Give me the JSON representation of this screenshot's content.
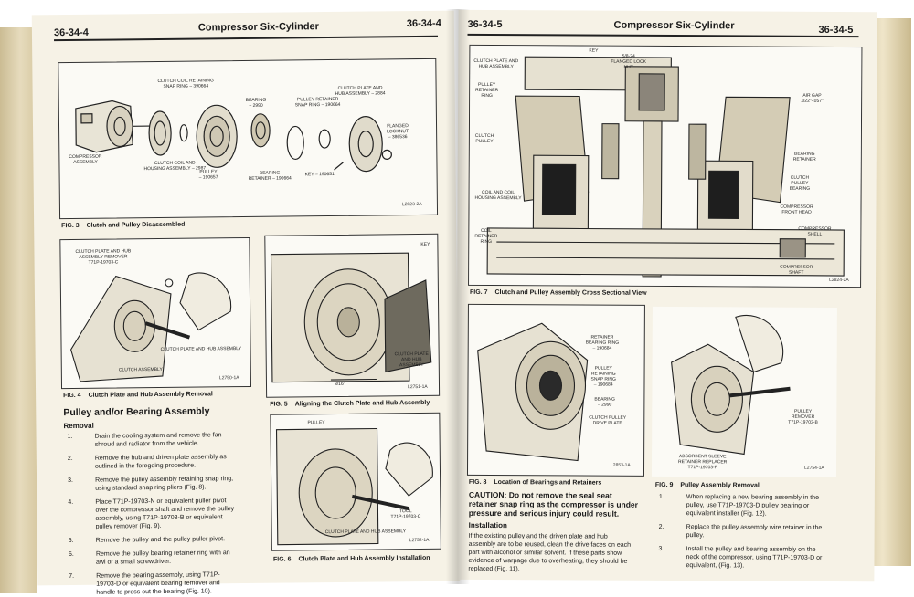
{
  "left_page": {
    "page_number_left": "36-34-4",
    "title": "Compressor Six-Cylinder",
    "page_number_right": "36-34-4",
    "fig3": {
      "caption_num": "FIG. 3",
      "caption_text": "Clutch and Pulley Disassembled",
      "code": "L2823-2A",
      "callouts": {
        "compressor": "COMPRESSOR\nASSEMBLY",
        "coil": "CLUTCH COIL AND\nHOUSING ASSEMBLY – 2987",
        "coil_ring": "CLUTCH COIL RETAINING\nSNAP RING – 390664",
        "pulley": "PULLEY\n– 190657",
        "bearing": "BEARING\n– 2990",
        "bearing_retainer": "BEARING\nRETAINER – 190664",
        "pulley_ring": "PULLEY RETAINER\nSNAP RING – 190664",
        "key": "KEY – 190651",
        "clutch_plate": "CLUTCH PLATE AND\nHUB ASSEMBLY – 2884",
        "locknut": "FLANGED\nLOCKNUT\n– 386536"
      }
    },
    "fig4": {
      "caption_num": "FIG. 4",
      "caption_text": "Clutch Plate and Hub Assembly Removal",
      "code": "L2750-1A",
      "callouts": {
        "remover": "CLUTCH PLATE AND HUB\nASSEMBLY REMOVER\nT71P-19703-C",
        "cph": "CLUTCH PLATE AND HUB ASSEMBLY",
        "clutch": "CLUTCH ASSEMBLY"
      }
    },
    "fig5": {
      "caption_num": "FIG. 5",
      "caption_text": "Aligning the Clutch Plate and Hub Assembly",
      "code": "L2751-1A",
      "callouts": {
        "key": "KEY",
        "cph": "CLUTCH PLATE\nAND HUB\nASSEMBLY",
        "dim": "3/16\""
      }
    },
    "fig6": {
      "caption_num": "FIG. 6",
      "caption_text": "Clutch Plate and Hub Assembly Installation",
      "code": "L2752-1A",
      "callouts": {
        "pulley": "PULLEY",
        "tool": "TOOL\nT71P-19703-C",
        "cph": "CLUTCH PLATE AND HUB ASSEMBLY"
      }
    },
    "section_title": "Pulley and/or Bearing Assembly",
    "subsection": "Removal",
    "steps": [
      {
        "n": "1.",
        "text": "Drain the cooling system and remove the fan\nshroud and radiator from the vehicle."
      },
      {
        "n": "2.",
        "text": "Remove the hub and driven plate assembly as\noutlined in the foregoing procedure."
      },
      {
        "n": "3.",
        "text": "Remove the pulley assembly retaining snap ring,\nusing standard snap ring pliers (Fig. 8)."
      },
      {
        "n": "4.",
        "text": "Place T71P-19703-N or equivalent puller pivot\nover the compressor shaft and remove the pulley\nassembly, using T71P-19703-B or equivalent\npulley remover (Fig. 9)."
      },
      {
        "n": "5.",
        "text": "Remove the pulley and the pulley puller pivot."
      },
      {
        "n": "6.",
        "text": "Remove the pulley bearing retainer ring with an\nawl or a small screwdriver."
      },
      {
        "n": "7.",
        "text": "Remove the bearing assembly, using T71P-\n19703-D or equivalent bearing remover and\nhandle to press out the bearing (Fig. 10)."
      }
    ]
  },
  "right_page": {
    "page_number_left": "36-34-5",
    "title": "Compressor Six-Cylinder",
    "page_number_right": "36-34-5",
    "fig7": {
      "caption_num": "FIG. 7",
      "caption_text": "Clutch and Pulley Assembly Cross Sectional View",
      "code": "L2824-2A",
      "callouts": {
        "cph": "CLUTCH PLATE AND\nHUB ASSEMBLY",
        "key": "KEY",
        "locknut": "5/8-24\nFLANGED LOCK\nNUT",
        "pulley_ring": "PULLEY\nRETAINER\nRING",
        "air_gap": "AIR GAP\n.022\"-.057\"",
        "clutch_pulley": "CLUTCH\nPULLEY",
        "bearing_retainer": "BEARING\nRETAINER",
        "pulley_bearing": "CLUTCH\nPULLEY\nBEARING",
        "coil_housing": "COIL AND COIL\nHOUSING ASSEMBLY",
        "front_head": "COMPRESSOR\nFRONT HEAD",
        "shell": "COMPRESSOR\nSHELL",
        "coil_ring": "COIL\nRETAINER\nRING",
        "shaft": "COMPRESSOR\nSHAFT"
      }
    },
    "fig8": {
      "caption_num": "FIG. 8",
      "caption_text": "Location of Bearings and Retainers",
      "code": "L2853-1A",
      "callouts": {
        "retainer_ring": "RETAINER\nBEARING RING\n– 190684",
        "pulley_snap": "PULLEY\nRETAINING\nSNAP RING\n– 190684",
        "bearing": "BEARING\n– 2990",
        "drive_plate": "CLUTCH PULLEY\nDRIVE PLATE"
      }
    },
    "fig9": {
      "caption_num": "FIG. 9",
      "caption_text": "Pulley Assembly Removal",
      "code": "L2754-1A",
      "callouts": {
        "remover": "PULLEY\nREMOVER\nT71P-19703-B",
        "absorbent": "ABSORBENT SLEEVE\nRETAINER REPLACER\nT71P-19703-F"
      }
    },
    "caution": "CAUTION: Do not remove the seal seat\nretainer snap ring as the compressor is under\npressure and serious injury could result.",
    "install_heading": "Installation",
    "install_para": "If the existing pulley and the driven plate and hub\nassembly are to be reused, clean the drive faces on each\npart with alcohol or similar solvent. If these parts show\nevidence of warpage due to overheating, they should be\nreplaced (Fig. 11).",
    "steps": [
      {
        "n": "1.",
        "text": "When replacing a new bearing assembly in the\npulley, use T71P-19703-D pulley bearing or\nequivalent installer (Fig. 12)."
      },
      {
        "n": "2.",
        "text": "Replace the pulley assembly wire retainer in the\npulley."
      },
      {
        "n": "3.",
        "text": "Install the pulley and bearing assembly on the\nneck of the compressor, using T71P-19703-D or\nequivalent, (Fig. 13)."
      }
    ]
  }
}
